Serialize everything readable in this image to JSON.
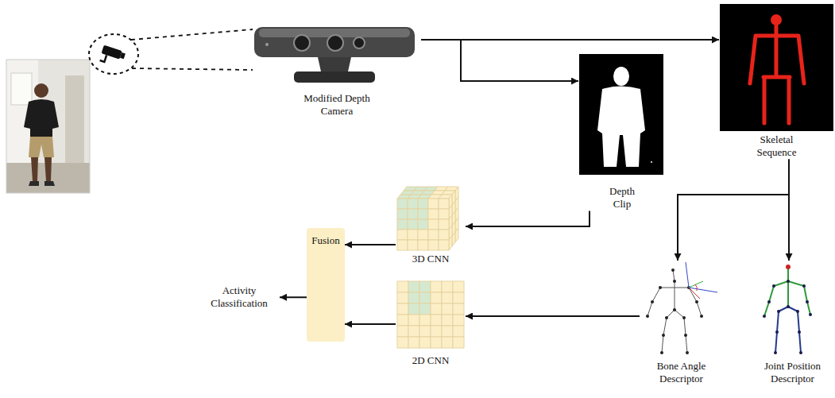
{
  "diagram": {
    "nodes": [
      {
        "text": [
          "Modified Depth Camera"
        ]
      },
      {
        "text": [
          "Skeletal Sequence"
        ]
      },
      {
        "text": [
          "Depth Clip"
        ]
      },
      {
        "text": [
          "3D CNN"
        ]
      },
      {
        "text": [
          "Fusion"
        ]
      },
      {
        "text": [
          "Activity Classification"
        ]
      },
      {
        "text": [
          "2D CNN"
        ]
      },
      {
        "text": [
          "Bone Angle Descriptor"
        ]
      },
      {
        "text": [
          "Joint Position Descriptor"
        ]
      }
    ],
    "edges": [
      {
        "from": 0,
        "to": 1,
        "arrow": "to"
      },
      {
        "from": 0,
        "to": 2,
        "arrow": "to"
      },
      {
        "from": 2,
        "to": 3,
        "arrow": "to"
      },
      {
        "from": 1,
        "to": 7,
        "arrow": "to"
      },
      {
        "from": 1,
        "to": 8,
        "arrow": "to"
      },
      {
        "from": 7,
        "to": 6,
        "arrow": "to"
      },
      {
        "from": 3,
        "to": 4,
        "arrow": "to"
      },
      {
        "from": 6,
        "to": 4,
        "arrow": "to"
      },
      {
        "from": 4,
        "to": 5,
        "arrow": "to"
      }
    ]
  }
}
